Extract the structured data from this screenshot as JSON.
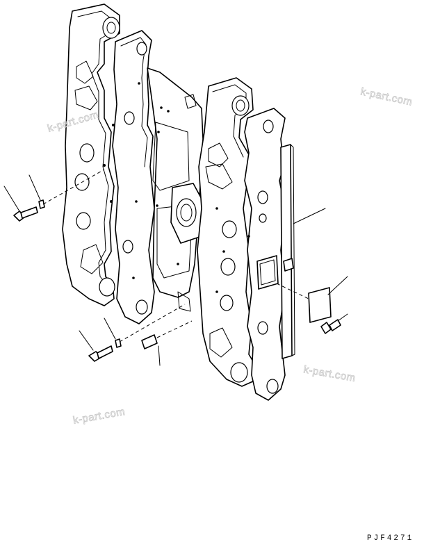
{
  "drawing": {
    "code": "PJF4271",
    "watermarks": [
      "k-part.com",
      "k-part.com",
      "k-part.com",
      "k-part.com"
    ]
  }
}
